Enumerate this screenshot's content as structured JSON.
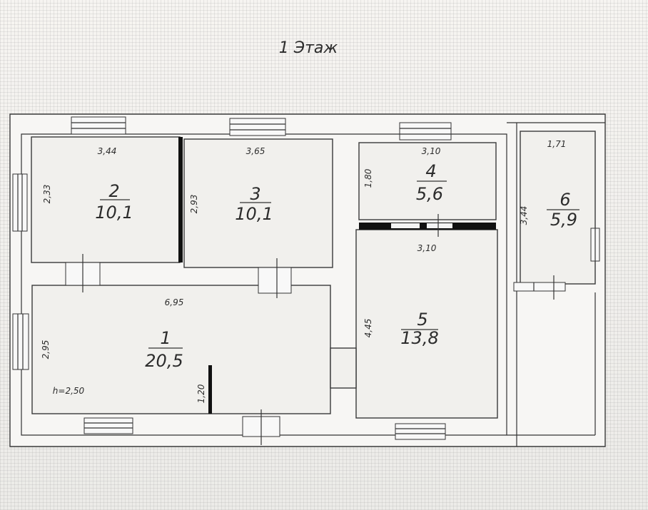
{
  "title": "1 Этаж",
  "rooms": [
    {
      "num": "1",
      "area": "20,5"
    },
    {
      "num": "2",
      "area": "10,1"
    },
    {
      "num": "3",
      "area": "10,1"
    },
    {
      "num": "4",
      "area": "5,6"
    },
    {
      "num": "5",
      "area": "13,8"
    },
    {
      "num": "6",
      "area": "5,9"
    }
  ],
  "dims": {
    "r2_w": "3,44",
    "r2_h": "2,33",
    "r3_w": "3,65",
    "r3_h": "2,93",
    "r4_w": "3,10",
    "r4_h": "1,80",
    "r5_w": "3,10",
    "r5_h": "4,45",
    "r6_w": "1,71",
    "r6_h": "3,44",
    "r1_w": "6,95",
    "r1_h": "2,95",
    "r1_part": "1,20",
    "ceiling": "h=2,50"
  }
}
